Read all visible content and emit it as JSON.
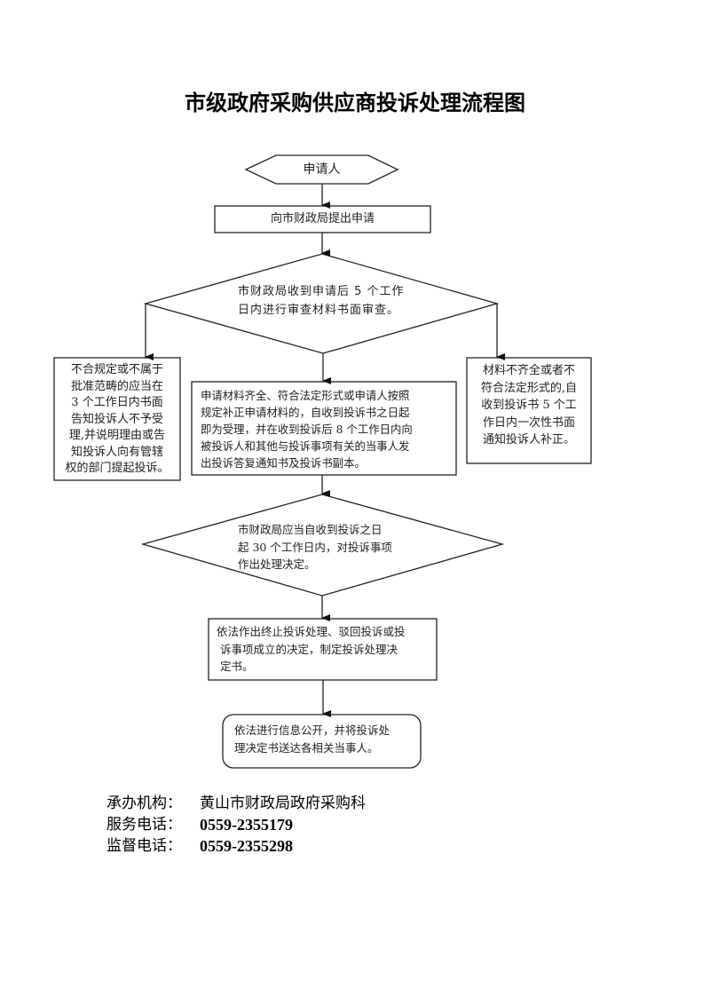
{
  "title": "市级政府采购供应商投诉处理流程图",
  "nodes": {
    "start": {
      "shape": "hexagon",
      "text": "申请人"
    },
    "submit": {
      "shape": "rectangle",
      "text": "向市财政局提出申请"
    },
    "review": {
      "shape": "diamond",
      "lines": [
        "市财政局收到申请后 5 个工作",
        "日内进行审查材料书面审查。"
      ]
    },
    "reject": {
      "shape": "rectangle",
      "lines": [
        "不合规定或不属于",
        "批准范畴的应当在",
        "3 个工作日内书面",
        "告知投诉人不予受",
        "理,并说明理由或告",
        "知投诉人向有管辖",
        "权的部门提起投诉。"
      ]
    },
    "accept": {
      "shape": "rectangle",
      "lines": [
        "申请材料齐全、符合法定形式或申请人按照",
        "规定补正申请材料的，自收到投诉书之日起",
        "即为受理，并在收到投诉后 8 个工作日内向",
        "被投诉人和其他与投诉事项有关的当事人发",
        "出投诉答复通知书及投诉书副本。"
      ]
    },
    "supplement": {
      "shape": "rectangle",
      "lines": [
        "材料不齐全或者不",
        "符合法定形式的,自",
        "收到投诉书 5 个工",
        "作日内一次性书面",
        "通知投诉人补正。"
      ]
    },
    "decide": {
      "shape": "diamond",
      "lines": [
        "市财政局应当自收到投诉之日",
        "起 30 个工作日内，对投诉事项",
        "作出处理决定。"
      ]
    },
    "decision_doc": {
      "shape": "rectangle",
      "lines": [
        "依法作出终止投诉处理、驳回投诉或投",
        "诉事项成立的决定，制定投诉处理决",
        "定书。"
      ]
    },
    "publish": {
      "shape": "rounded-rectangle",
      "lines": [
        "依法进行信息公开，并将投诉处",
        "理决定书送达各相关当事人。"
      ]
    }
  },
  "edges": [
    {
      "from": "start",
      "to": "submit"
    },
    {
      "from": "submit",
      "to": "review"
    },
    {
      "from": "review",
      "to": "reject"
    },
    {
      "from": "review",
      "to": "accept"
    },
    {
      "from": "review",
      "to": "supplement"
    },
    {
      "from": "accept",
      "to": "decide"
    },
    {
      "from": "decide",
      "to": "decision_doc"
    },
    {
      "from": "decision_doc",
      "to": "publish"
    }
  ],
  "footer": {
    "org_label": "承办机构：",
    "org_value": "黄山市财政局政府采购科",
    "service_label": "服务电话：",
    "service_value": "0559-2355179",
    "supervise_label": "监督电话：",
    "supervise_value": "0559-2355298"
  }
}
